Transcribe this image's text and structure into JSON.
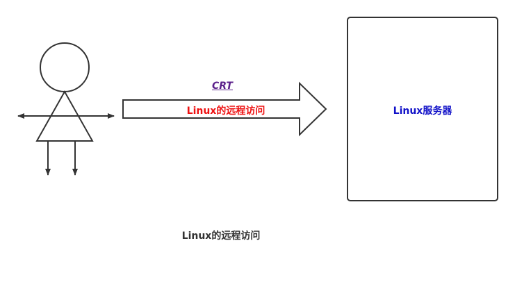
{
  "diagram": {
    "user_figure": {
      "icon": "stick-figure-user-icon"
    },
    "connection": {
      "tool_label": "CRT",
      "tool_label_color": "#5a1f8a",
      "arrow_label": "Linux的远程访问",
      "arrow_label_color": "#ee1111"
    },
    "server": {
      "label": "Linux服务器",
      "label_color": "#1111c8"
    },
    "caption": "Linux的远程访问"
  }
}
